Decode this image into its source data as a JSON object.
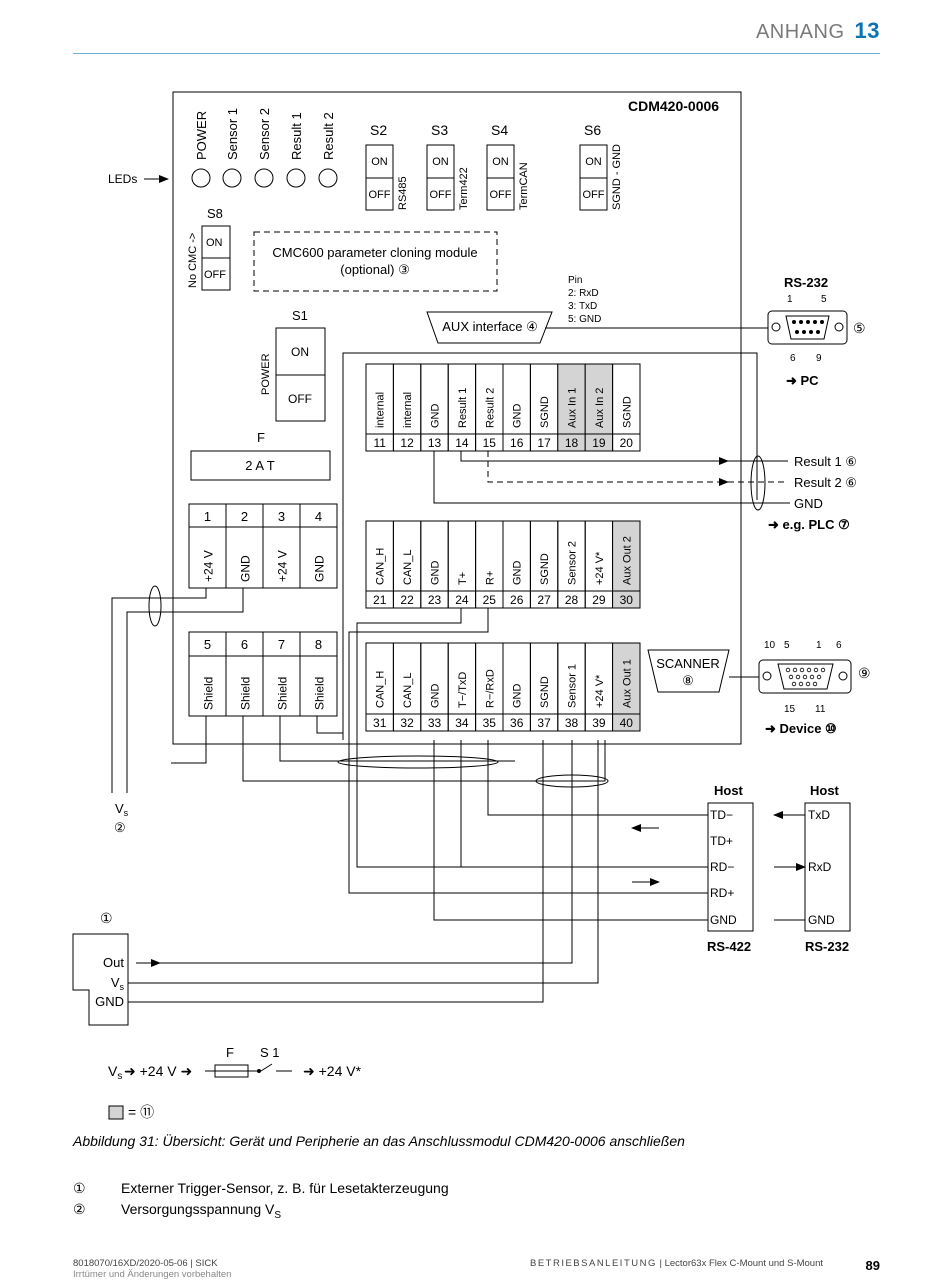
{
  "header": {
    "section": "ANHANG",
    "number": "13"
  },
  "diagram": {
    "module": "CDM420-0006",
    "leds_label": "LEDs",
    "leds": [
      "POWER",
      "Sensor 1",
      "Sensor 2",
      "Result 1",
      "Result 2"
    ],
    "switches": [
      {
        "id": "S2",
        "on": "ON",
        "off": "OFF",
        "func": "RS485"
      },
      {
        "id": "S3",
        "on": "ON",
        "off": "OFF",
        "func": "Term422"
      },
      {
        "id": "S4",
        "on": "ON",
        "off": "OFF",
        "func": "TermCAN"
      },
      {
        "id": "S6",
        "on": "ON",
        "off": "OFF",
        "func": "SGND - GND"
      }
    ],
    "s8": {
      "id": "S8",
      "on": "ON",
      "off": "OFF",
      "side": "No CMC ->"
    },
    "cmc": {
      "line1": "CMC600 parameter cloning module",
      "line2": "(optional) ③"
    },
    "s1": {
      "id": "S1",
      "on": "ON",
      "off": "OFF",
      "side": "POWER"
    },
    "fuse": {
      "id": "F",
      "value": "2 A T"
    },
    "aux": {
      "label": "AUX interface ④",
      "pins": [
        "Pin",
        "2: RxD",
        "3: TxD",
        "5: GND"
      ]
    },
    "rs232_conn": {
      "title": "RS-232",
      "pins_top": [
        "1",
        "5"
      ],
      "pins_bottom": [
        "6",
        "9"
      ],
      "marker": "⑤",
      "target": "➜ PC"
    },
    "block1_20": {
      "labels": [
        "internal",
        "internal",
        "GND",
        "Result 1",
        "Result 2",
        "GND",
        "SGND",
        "Aux In 1",
        "Aux In 2",
        "SGND"
      ],
      "numbers": [
        "11",
        "12",
        "13",
        "14",
        "15",
        "16",
        "17",
        "18",
        "19",
        "20"
      ]
    },
    "outputs": [
      "Result 1 ⑥",
      "Result 2 ⑥",
      "GND"
    ],
    "plc": "➜ e.g. PLC ⑦",
    "block1_4": {
      "numbers": [
        "1",
        "2",
        "3",
        "4"
      ],
      "labels": [
        "+24 V",
        "GND",
        "+24 V",
        "GND"
      ]
    },
    "block5_8": {
      "numbers": [
        "5",
        "6",
        "7",
        "8"
      ],
      "labels": [
        "Shield",
        "Shield",
        "Shield",
        "Shield"
      ]
    },
    "block21_30": {
      "labels": [
        "CAN_H",
        "CAN_L",
        "GND",
        "T+",
        "R+",
        "GND",
        "SGND",
        "Sensor 2",
        "+24 V*",
        "Aux Out 2"
      ],
      "numbers": [
        "21",
        "22",
        "23",
        "24",
        "25",
        "26",
        "27",
        "28",
        "29",
        "30"
      ]
    },
    "block31_40": {
      "labels": [
        "CAN_H",
        "CAN_L",
        "GND",
        "T−/TxD",
        "R−/RxD",
        "GND",
        "SGND",
        "Sensor 1",
        "+24 V*",
        "Aux Out 1"
      ],
      "numbers": [
        "31",
        "32",
        "33",
        "34",
        "35",
        "36",
        "37",
        "38",
        "39",
        "40"
      ]
    },
    "scanner": {
      "line1": "SCANNER",
      "line2": "⑧",
      "marker": "⑨",
      "pins": [
        "10",
        "5",
        "1",
        "6",
        "15",
        "11"
      ],
      "target": "➜ Device ⑩"
    },
    "vs": {
      "v": "V",
      "sub": "s",
      "marker": "②"
    },
    "host422": {
      "title": "Host",
      "rows": [
        "TD−",
        "TD+",
        "RD−",
        "RD+",
        "GND"
      ],
      "caption": "RS-422"
    },
    "host232": {
      "title": "Host",
      "rows": [
        "TxD",
        "RxD",
        "GND"
      ],
      "caption": "RS-232"
    },
    "trigger": {
      "marker": "①",
      "rows": [
        "Out",
        "V",
        "GND"
      ],
      "vs_sub": "s"
    },
    "formula": {
      "vs": "V",
      "sub": "s",
      "a": "➜ +24 V ➜",
      "f": "F",
      "s": "S 1",
      "b": "➜ +24 V*"
    },
    "legend_box": "= ⑪"
  },
  "caption": "Abbildung 31: Übersicht: Gerät und Peripherie an das Anschlussmodul CDM420-0006 anschließen",
  "legend": [
    {
      "num": "①",
      "text": "Externer Trigger-Sensor, z. B. für Lesetakterzeugung"
    },
    {
      "num": "②",
      "text": "Versorgungsspannung V",
      "sub": "S"
    }
  ],
  "footer": {
    "left1": "8018070/16XD/2020-05-06 | SICK",
    "left2": "Irrtümer und Änderungen vorbehalten",
    "center_bold": "BETRIEBSANLEITUNG",
    "center": " | Lector63x Flex C-Mount und S-Mount",
    "page": "89"
  },
  "colors": {
    "accent": "#0a74b5",
    "shade": "#d4d4d4"
  }
}
